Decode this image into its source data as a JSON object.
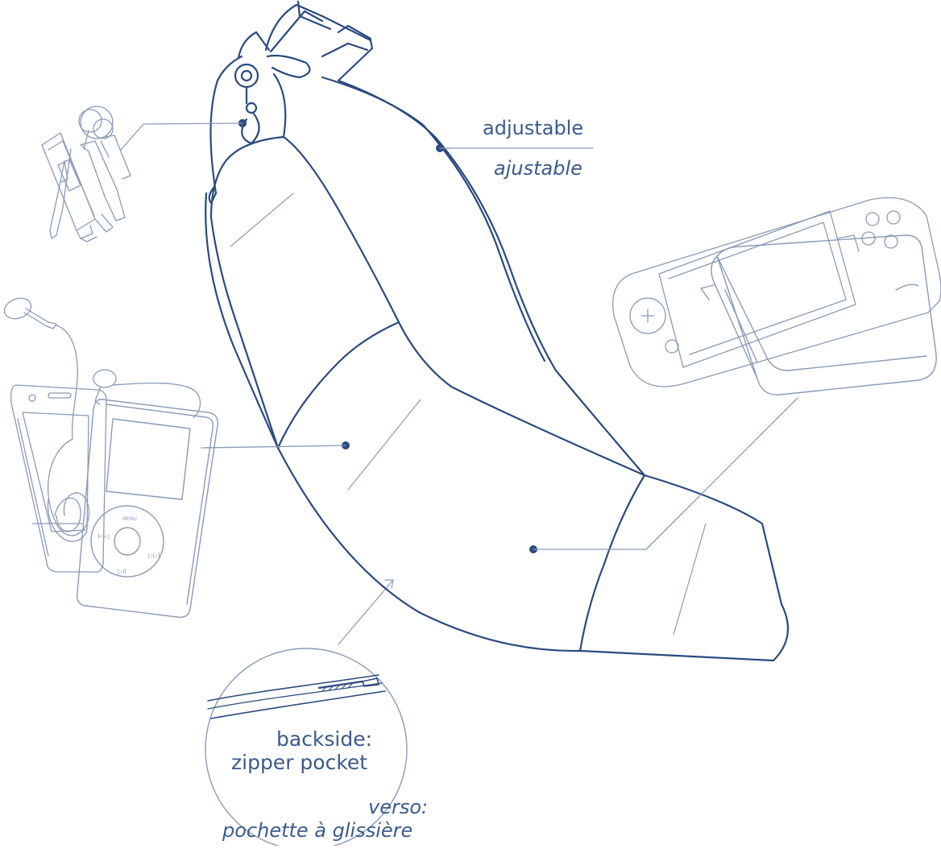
{
  "colors": {
    "main_line": "#2a4a7f",
    "thin_line": "#8a9ab8",
    "text": "#3b5a8c",
    "dot": "#2a4a7f"
  },
  "labels": {
    "adjustable_en": "adjustable",
    "adjustable_fr": "ajustable",
    "backside_line1": "backside:",
    "backside_line2": "zipper pocket",
    "verso_line1": "verso:",
    "verso_line2": "pochette à glissière"
  },
  "illustrations": [
    "keys-with-usb-stick",
    "earphones",
    "mobile-phone",
    "mp3-player",
    "handheld-game-console",
    "shoulder-bag",
    "zipper-detail-magnifier"
  ]
}
